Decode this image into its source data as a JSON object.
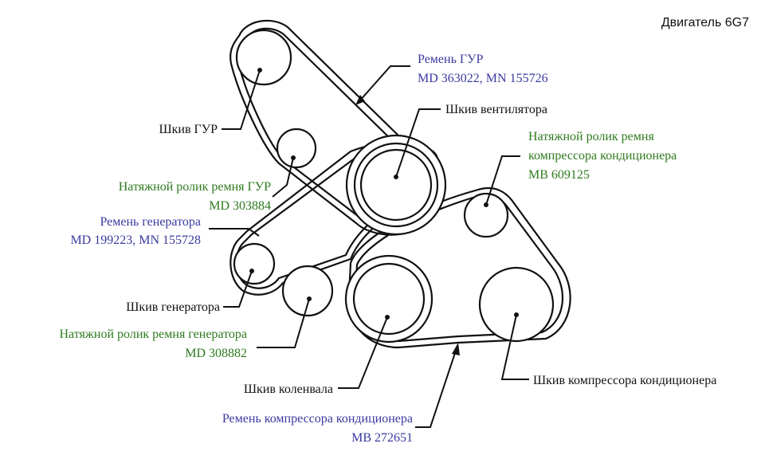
{
  "title": "Двигатель 6G7",
  "colors": {
    "ink": "#111111",
    "part_number_blue": "#3a3aa0",
    "tensioner_green": "#2e7a1e"
  },
  "labels": {
    "ps_belt": {
      "line1": "Ремень ГУР",
      "line2": "MD 363022, MN 155726"
    },
    "fan_pulley": {
      "line1": "Шкив вентилятора"
    },
    "ps_pulley": {
      "line1": "Шкив ГУР"
    },
    "ac_tensioner": {
      "line1": "Натяжной ролик ремня",
      "line2": "компрессора кондиционера",
      "line3": "MB 609125"
    },
    "ps_tensioner": {
      "line1": "Натяжной ролик ремня ГУР",
      "line2": "MD 303884"
    },
    "alt_belt": {
      "line1": "Ремень генератора",
      "line2": "MD 199223, MN 155728"
    },
    "alt_pulley": {
      "line1": "Шкив генератора"
    },
    "alt_tensioner": {
      "line1": "Натяжной ролик ремня генератора",
      "line2": "MD 308882"
    },
    "ac_compressor_pulley": {
      "line1": "Шкив компрессора кондиционера"
    },
    "crank_pulley": {
      "line1": "Шкив коленвала"
    },
    "ac_belt": {
      "line1": "Ремень компрессора кондиционера",
      "line2": "MB 272651"
    }
  }
}
